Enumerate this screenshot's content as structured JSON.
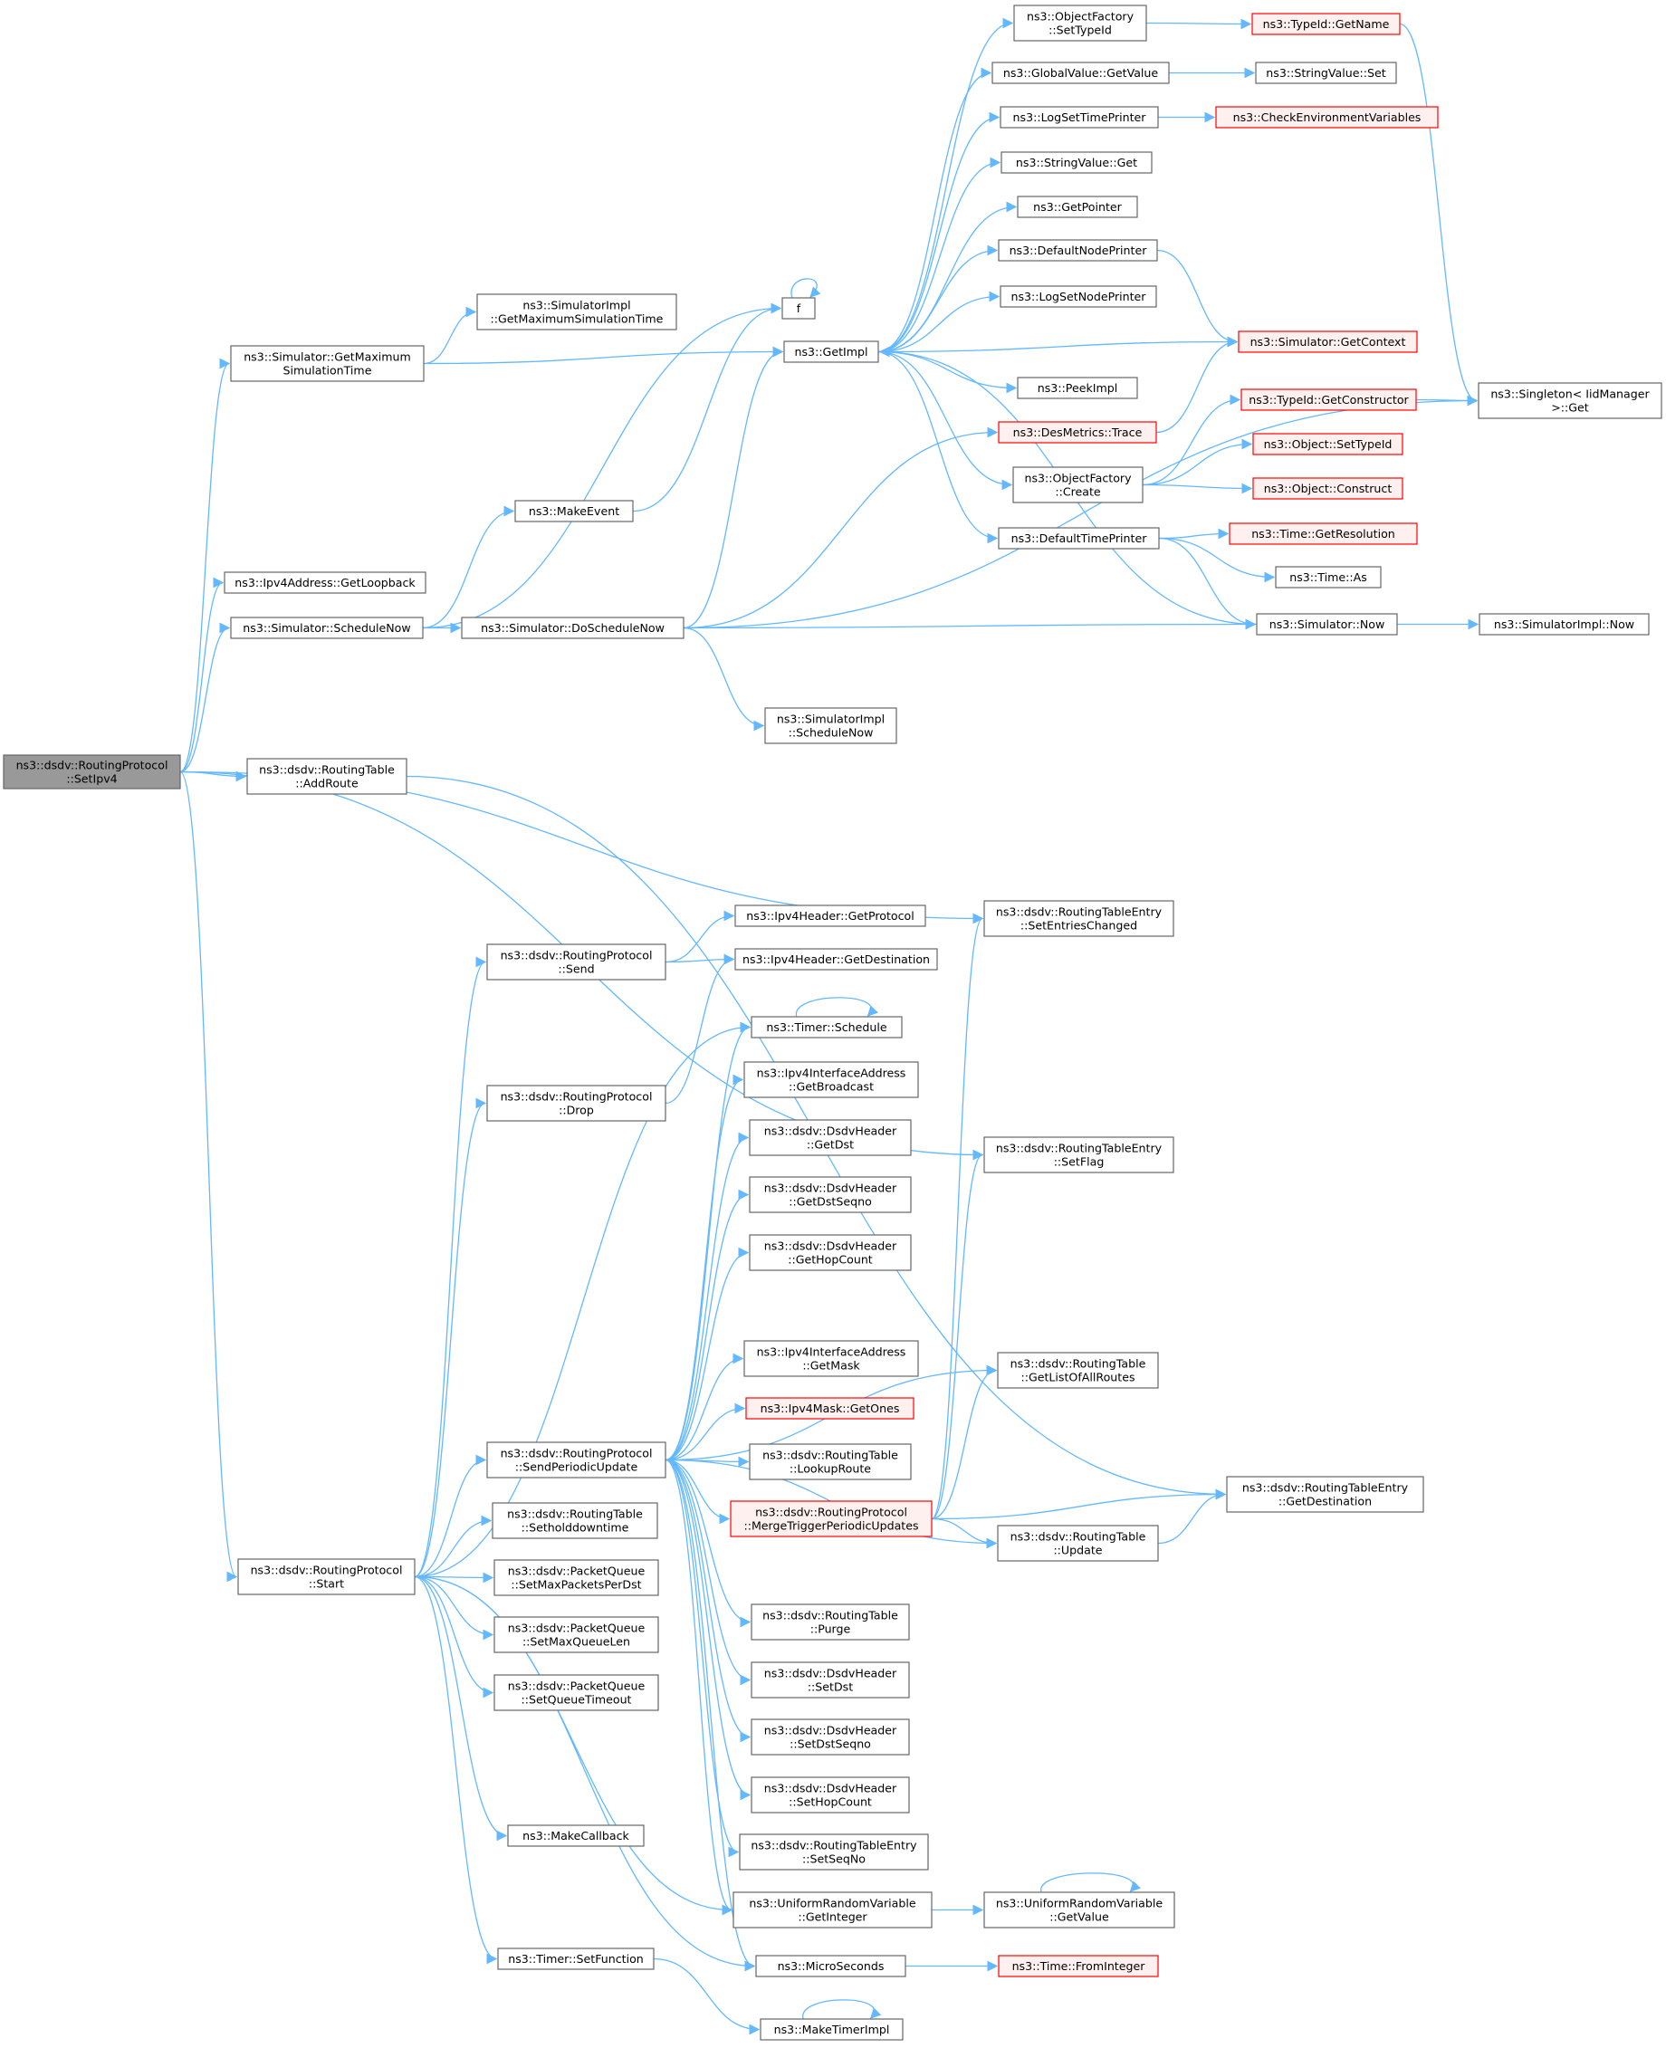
{
  "graph": {
    "styles": {
      "normal": {
        "fill": "#ffffff",
        "stroke": "#666666"
      },
      "root": {
        "fill": "#999999",
        "stroke": "#666666"
      },
      "red": {
        "fill": "#fff0f0",
        "stroke": "#ff0000"
      },
      "edge": "#63b8ff"
    },
    "nodes": [
      {
        "id": "root",
        "lines": [
          "ns3::dsdv::RoutingProtocol",
          "::SetIpv4"
        ],
        "style": "root"
      },
      {
        "id": "getmax",
        "lines": [
          "ns3::Simulator::GetMaximum",
          "SimulationTime"
        ],
        "style": "normal"
      },
      {
        "id": "implmax",
        "lines": [
          "ns3::SimulatorImpl",
          "::GetMaximumSimulationTime"
        ],
        "style": "normal"
      },
      {
        "id": "getloop",
        "lines": [
          "ns3::Ipv4Address::GetLoopback"
        ],
        "style": "normal"
      },
      {
        "id": "schednow",
        "lines": [
          "ns3::Simulator::ScheduleNow"
        ],
        "style": "normal"
      },
      {
        "id": "makeevent",
        "lines": [
          "ns3::MakeEvent"
        ],
        "style": "normal"
      },
      {
        "id": "f",
        "lines": [
          "f"
        ],
        "style": "normal"
      },
      {
        "id": "doschednow",
        "lines": [
          "ns3::Simulator::DoScheduleNow"
        ],
        "style": "normal"
      },
      {
        "id": "implschednow",
        "lines": [
          "ns3::SimulatorImpl",
          "::ScheduleNow"
        ],
        "style": "normal"
      },
      {
        "id": "getimpl",
        "lines": [
          "ns3::GetImpl"
        ],
        "style": "normal"
      },
      {
        "id": "ofsettypeid",
        "lines": [
          "ns3::ObjectFactory",
          "::SetTypeId"
        ],
        "style": "normal"
      },
      {
        "id": "gvgetvalue",
        "lines": [
          "ns3::GlobalValue::GetValue"
        ],
        "style": "normal"
      },
      {
        "id": "logsettime",
        "lines": [
          "ns3::LogSetTimePrinter"
        ],
        "style": "normal"
      },
      {
        "id": "svget",
        "lines": [
          "ns3::StringValue::Get"
        ],
        "style": "normal"
      },
      {
        "id": "getpointer",
        "lines": [
          "ns3::GetPointer"
        ],
        "style": "normal"
      },
      {
        "id": "defnode",
        "lines": [
          "ns3::DefaultNodePrinter"
        ],
        "style": "normal"
      },
      {
        "id": "logsetnode",
        "lines": [
          "ns3::LogSetNodePrinter"
        ],
        "style": "normal"
      },
      {
        "id": "peekimpl",
        "lines": [
          "ns3::PeekImpl"
        ],
        "style": "normal"
      },
      {
        "id": "destrace",
        "lines": [
          "ns3::DesMetrics::Trace"
        ],
        "style": "red"
      },
      {
        "id": "ofcreate",
        "lines": [
          "ns3::ObjectFactory",
          "::Create"
        ],
        "style": "normal"
      },
      {
        "id": "deftime",
        "lines": [
          "ns3::DefaultTimePrinter"
        ],
        "style": "normal"
      },
      {
        "id": "simnow",
        "lines": [
          "ns3::Simulator::Now"
        ],
        "style": "normal"
      },
      {
        "id": "implnow",
        "lines": [
          "ns3::SimulatorImpl::Now"
        ],
        "style": "normal"
      },
      {
        "id": "tidgetname",
        "lines": [
          "ns3::TypeId::GetName"
        ],
        "style": "red"
      },
      {
        "id": "svset",
        "lines": [
          "ns3::StringValue::Set"
        ],
        "style": "normal"
      },
      {
        "id": "checkenv",
        "lines": [
          "ns3::CheckEnvironmentVariables"
        ],
        "style": "red"
      },
      {
        "id": "simgetctx",
        "lines": [
          "ns3::Simulator::GetContext"
        ],
        "style": "red"
      },
      {
        "id": "tidgetctor",
        "lines": [
          "ns3::TypeId::GetConstructor"
        ],
        "style": "red"
      },
      {
        "id": "objsettypeid",
        "lines": [
          "ns3::Object::SetTypeId"
        ],
        "style": "red"
      },
      {
        "id": "objconstruct",
        "lines": [
          "ns3::Object::Construct"
        ],
        "style": "red"
      },
      {
        "id": "timegetres",
        "lines": [
          "ns3::Time::GetResolution"
        ],
        "style": "red"
      },
      {
        "id": "timeas",
        "lines": [
          "ns3::Time::As"
        ],
        "style": "normal"
      },
      {
        "id": "singleton",
        "lines": [
          "ns3::Singleton< IidManager",
          ">::Get"
        ],
        "style": "normal"
      },
      {
        "id": "addroute",
        "lines": [
          "ns3::dsdv::RoutingTable",
          "::AddRoute"
        ],
        "style": "normal"
      },
      {
        "id": "rtesetentries",
        "lines": [
          "ns3::dsdv::RoutingTableEntry",
          "::SetEntriesChanged"
        ],
        "style": "normal"
      },
      {
        "id": "send",
        "lines": [
          "ns3::dsdv::RoutingProtocol",
          "::Send"
        ],
        "style": "normal"
      },
      {
        "id": "ipv4hproto",
        "lines": [
          "ns3::Ipv4Header::GetProtocol"
        ],
        "style": "normal"
      },
      {
        "id": "ipv4hdest",
        "lines": [
          "ns3::Ipv4Header::GetDestination"
        ],
        "style": "normal"
      },
      {
        "id": "drop",
        "lines": [
          "ns3::dsdv::RoutingProtocol",
          "::Drop"
        ],
        "style": "normal"
      },
      {
        "id": "timersched",
        "lines": [
          "ns3::Timer::Schedule"
        ],
        "style": "normal"
      },
      {
        "id": "ifgetbcast",
        "lines": [
          "ns3::Ipv4InterfaceAddress",
          "::GetBroadcast"
        ],
        "style": "normal"
      },
      {
        "id": "hgetdst",
        "lines": [
          "ns3::dsdv::DsdvHeader",
          "::GetDst"
        ],
        "style": "normal"
      },
      {
        "id": "hgetdstseq",
        "lines": [
          "ns3::dsdv::DsdvHeader",
          "::GetDstSeqno"
        ],
        "style": "normal"
      },
      {
        "id": "hgethop",
        "lines": [
          "ns3::dsdv::DsdvHeader",
          "::GetHopCount"
        ],
        "style": "normal"
      },
      {
        "id": "rtesetflag",
        "lines": [
          "ns3::dsdv::RoutingTableEntry",
          "::SetFlag"
        ],
        "style": "normal"
      },
      {
        "id": "ifgetmask",
        "lines": [
          "ns3::Ipv4InterfaceAddress",
          "::GetMask"
        ],
        "style": "normal"
      },
      {
        "id": "rtgetlist",
        "lines": [
          "ns3::dsdv::RoutingTable",
          "::GetListOfAllRoutes"
        ],
        "style": "normal"
      },
      {
        "id": "maskones",
        "lines": [
          "ns3::Ipv4Mask::GetOnes"
        ],
        "style": "red"
      },
      {
        "id": "sendperiodic",
        "lines": [
          "ns3::dsdv::RoutingProtocol",
          "::SendPeriodicUpdate"
        ],
        "style": "normal"
      },
      {
        "id": "rtlookup",
        "lines": [
          "ns3::dsdv::RoutingTable",
          "::LookupRoute"
        ],
        "style": "normal"
      },
      {
        "id": "merge",
        "lines": [
          "ns3::dsdv::RoutingProtocol",
          "::MergeTriggerPeriodicUpdates"
        ],
        "style": "red"
      },
      {
        "id": "rtegetdest",
        "lines": [
          "ns3::dsdv::RoutingTableEntry",
          "::GetDestination"
        ],
        "style": "normal"
      },
      {
        "id": "rtsethold",
        "lines": [
          "ns3::dsdv::RoutingTable",
          "::Setholddowntime"
        ],
        "style": "normal"
      },
      {
        "id": "rtupdate",
        "lines": [
          "ns3::dsdv::RoutingTable",
          "::Update"
        ],
        "style": "normal"
      },
      {
        "id": "start",
        "lines": [
          "ns3::dsdv::RoutingProtocol",
          "::Start"
        ],
        "style": "normal"
      },
      {
        "id": "pqsetmaxper",
        "lines": [
          "ns3::dsdv::PacketQueue",
          "::SetMaxPacketsPerDst"
        ],
        "style": "normal"
      },
      {
        "id": "rtpurge",
        "lines": [
          "ns3::dsdv::RoutingTable",
          "::Purge"
        ],
        "style": "normal"
      },
      {
        "id": "pqsetmaxlen",
        "lines": [
          "ns3::dsdv::PacketQueue",
          "::SetMaxQueueLen"
        ],
        "style": "normal"
      },
      {
        "id": "hsetdst",
        "lines": [
          "ns3::dsdv::DsdvHeader",
          "::SetDst"
        ],
        "style": "normal"
      },
      {
        "id": "pqsettimeout",
        "lines": [
          "ns3::dsdv::PacketQueue",
          "::SetQueueTimeout"
        ],
        "style": "normal"
      },
      {
        "id": "hsetdstseq",
        "lines": [
          "ns3::dsdv::DsdvHeader",
          "::SetDstSeqno"
        ],
        "style": "normal"
      },
      {
        "id": "hsethop",
        "lines": [
          "ns3::dsdv::DsdvHeader",
          "::SetHopCount"
        ],
        "style": "normal"
      },
      {
        "id": "makecb",
        "lines": [
          "ns3::MakeCallback"
        ],
        "style": "normal"
      },
      {
        "id": "rtesetseq",
        "lines": [
          "ns3::dsdv::RoutingTableEntry",
          "::SetSeqNo"
        ],
        "style": "normal"
      },
      {
        "id": "urvgetint",
        "lines": [
          "ns3::UniformRandomVariable",
          "::GetInteger"
        ],
        "style": "normal"
      },
      {
        "id": "urvgetval",
        "lines": [
          "ns3::UniformRandomVariable",
          "::GetValue"
        ],
        "style": "normal"
      },
      {
        "id": "timersetfn",
        "lines": [
          "ns3::Timer::SetFunction"
        ],
        "style": "normal"
      },
      {
        "id": "micro",
        "lines": [
          "ns3::MicroSeconds"
        ],
        "style": "normal"
      },
      {
        "id": "timefromint",
        "lines": [
          "ns3::Time::FromInteger"
        ],
        "style": "red"
      },
      {
        "id": "maketimerimpl",
        "lines": [
          "ns3::MakeTimerImpl"
        ],
        "style": "normal"
      }
    ],
    "edges": [
      [
        "root",
        "getmax"
      ],
      [
        "root",
        "getloop"
      ],
      [
        "root",
        "schednow"
      ],
      [
        "root",
        "addroute"
      ],
      [
        "root",
        "rtesetentries"
      ],
      [
        "root",
        "rtesetflag"
      ],
      [
        "root",
        "start"
      ],
      [
        "getmax",
        "implmax"
      ],
      [
        "getmax",
        "getimpl"
      ],
      [
        "schednow",
        "makeevent"
      ],
      [
        "schednow",
        "f"
      ],
      [
        "schednow",
        "doschednow"
      ],
      [
        "makeevent",
        "f"
      ],
      [
        "f",
        "f"
      ],
      [
        "doschednow",
        "getimpl"
      ],
      [
        "doschednow",
        "destrace"
      ],
      [
        "doschednow",
        "simnow"
      ],
      [
        "doschednow",
        "implschednow"
      ],
      [
        "doschednow",
        "singleton"
      ],
      [
        "getimpl",
        "ofsettypeid"
      ],
      [
        "getimpl",
        "gvgetvalue"
      ],
      [
        "getimpl",
        "logsettime"
      ],
      [
        "getimpl",
        "svget"
      ],
      [
        "getimpl",
        "getpointer"
      ],
      [
        "getimpl",
        "defnode"
      ],
      [
        "getimpl",
        "logsetnode"
      ],
      [
        "getimpl",
        "simgetctx"
      ],
      [
        "getimpl",
        "peekimpl"
      ],
      [
        "getimpl",
        "ofcreate"
      ],
      [
        "getimpl",
        "deftime"
      ],
      [
        "ofsettypeid",
        "tidgetname"
      ],
      [
        "gvgetvalue",
        "svset"
      ],
      [
        "logsettime",
        "checkenv"
      ],
      [
        "defnode",
        "simgetctx"
      ],
      [
        "destrace",
        "simgetctx"
      ],
      [
        "ofcreate",
        "tidgetctor"
      ],
      [
        "ofcreate",
        "objsettypeid"
      ],
      [
        "ofcreate",
        "objconstruct"
      ],
      [
        "deftime",
        "timegetres"
      ],
      [
        "deftime",
        "timeas"
      ],
      [
        "deftime",
        "simnow"
      ],
      [
        "simnow",
        "getimpl"
      ],
      [
        "simnow",
        "implnow"
      ],
      [
        "tidgetname",
        "singleton"
      ],
      [
        "tidgetctor",
        "singleton"
      ],
      [
        "addroute",
        "rtegetdest"
      ],
      [
        "send",
        "ipv4hproto"
      ],
      [
        "send",
        "ipv4hdest"
      ],
      [
        "drop",
        "ipv4hdest"
      ],
      [
        "timersched",
        "timersched"
      ],
      [
        "sendperiodic",
        "timersched"
      ],
      [
        "sendperiodic",
        "ifgetbcast"
      ],
      [
        "sendperiodic",
        "hgetdst"
      ],
      [
        "sendperiodic",
        "hgetdstseq"
      ],
      [
        "sendperiodic",
        "hgethop"
      ],
      [
        "sendperiodic",
        "rtgetlist"
      ],
      [
        "sendperiodic",
        "ifgetmask"
      ],
      [
        "sendperiodic",
        "maskones"
      ],
      [
        "sendperiodic",
        "rtlookup"
      ],
      [
        "sendperiodic",
        "merge"
      ],
      [
        "sendperiodic",
        "rtupdate"
      ],
      [
        "sendperiodic",
        "rtpurge"
      ],
      [
        "sendperiodic",
        "hsetdst"
      ],
      [
        "sendperiodic",
        "hsetdstseq"
      ],
      [
        "sendperiodic",
        "hsethop"
      ],
      [
        "sendperiodic",
        "rtesetseq"
      ],
      [
        "sendperiodic",
        "urvgetint"
      ],
      [
        "sendperiodic",
        "micro"
      ],
      [
        "merge",
        "rtesetentries"
      ],
      [
        "merge",
        "rtesetflag"
      ],
      [
        "merge",
        "rtgetlist"
      ],
      [
        "merge",
        "rtegetdest"
      ],
      [
        "merge",
        "rtupdate"
      ],
      [
        "rtupdate",
        "rtegetdest"
      ],
      [
        "start",
        "send"
      ],
      [
        "start",
        "drop"
      ],
      [
        "start",
        "timersched"
      ],
      [
        "start",
        "sendperiodic"
      ],
      [
        "start",
        "rtsethold"
      ],
      [
        "start",
        "pqsetmaxper"
      ],
      [
        "start",
        "pqsetmaxlen"
      ],
      [
        "start",
        "pqsettimeout"
      ],
      [
        "start",
        "makecb"
      ],
      [
        "start",
        "urvgetint"
      ],
      [
        "start",
        "timersetfn"
      ],
      [
        "start",
        "micro"
      ],
      [
        "urvgetint",
        "urvgetval"
      ],
      [
        "urvgetval",
        "urvgetval"
      ],
      [
        "micro",
        "timefromint"
      ],
      [
        "timersetfn",
        "maketimerimpl"
      ],
      [
        "maketimerimpl",
        "maketimerimpl"
      ]
    ]
  }
}
